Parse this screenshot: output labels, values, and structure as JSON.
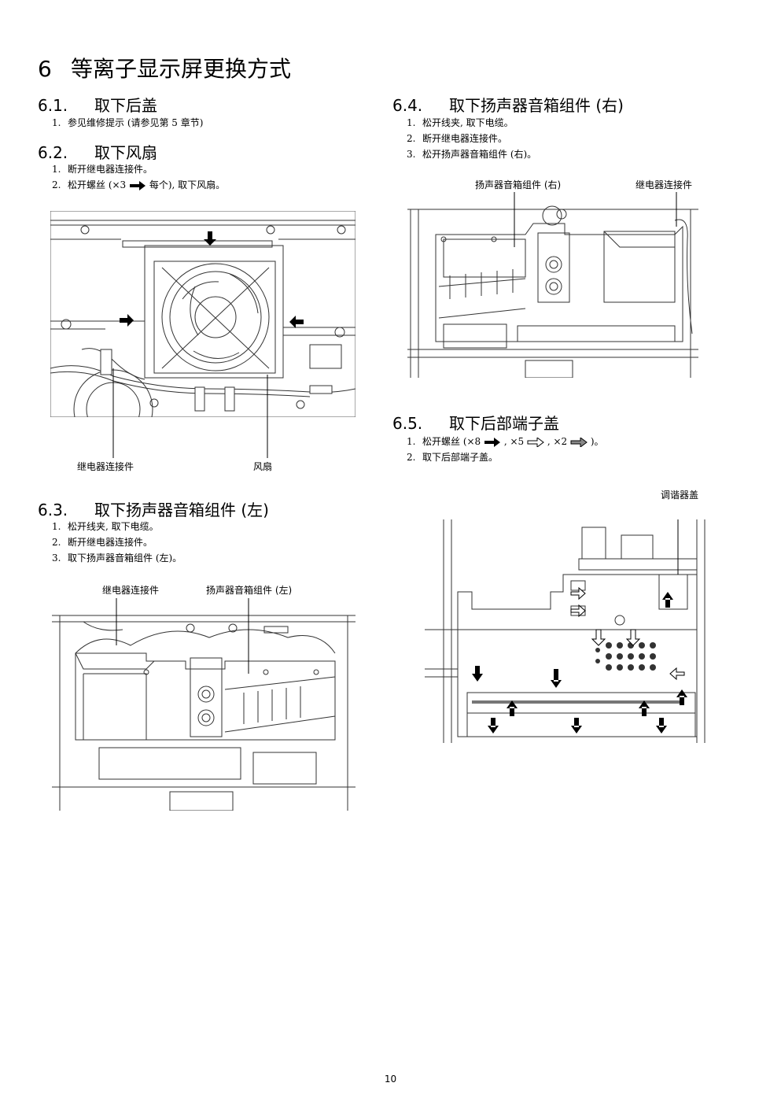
{
  "title": {
    "num": "6",
    "text": "等离子显示屏更换方式"
  },
  "s61": {
    "num": "6.1.",
    "title": "取下后盖",
    "steps": [
      {
        "n": "1.",
        "t": "参见维修提示 (请参见第 5 章节)"
      }
    ]
  },
  "s62": {
    "num": "6.2.",
    "title": "取下风扇",
    "steps": [
      {
        "n": "1.",
        "t": "断开继电器连接件。"
      },
      {
        "n": "2.",
        "t_a": "松开螺丝 (×3",
        "t_b": "每个), 取下风扇。"
      }
    ],
    "labels": {
      "relay": "继电器连接件",
      "fan": "风扇"
    }
  },
  "s63": {
    "num": "6.3.",
    "title": "取下扬声器音箱组件 (左)",
    "steps": [
      {
        "n": "1.",
        "t": "松开线夹, 取下电缆。"
      },
      {
        "n": "2.",
        "t": "断开继电器连接件。"
      },
      {
        "n": "3.",
        "t": "取下扬声器音箱组件 (左)。"
      }
    ],
    "labels": {
      "relay": "继电器连接件",
      "speaker": "扬声器音箱组件 (左)"
    }
  },
  "s64": {
    "num": "6.4.",
    "title": "取下扬声器音箱组件 (右)",
    "steps": [
      {
        "n": "1.",
        "t": "松开线夹, 取下电缆。"
      },
      {
        "n": "2.",
        "t": "断开继电器连接件。"
      },
      {
        "n": "3.",
        "t": "松开扬声器音箱组件 (右)。"
      }
    ],
    "labels": {
      "speaker": "扬声器音箱组件 (右)",
      "relay": "继电器连接件"
    }
  },
  "s65": {
    "num": "6.5.",
    "title": "取下后部端子盖",
    "steps": [
      {
        "n": "1.",
        "t_a": "松开螺丝 (×8",
        "t_b": ", ×5",
        "t_c": ", ×2",
        "t_d": ")。"
      },
      {
        "n": "2.",
        "t": "取下后部端子盖。"
      }
    ],
    "labels": {
      "tuner": "调谐器盖"
    }
  },
  "page_number": "10"
}
